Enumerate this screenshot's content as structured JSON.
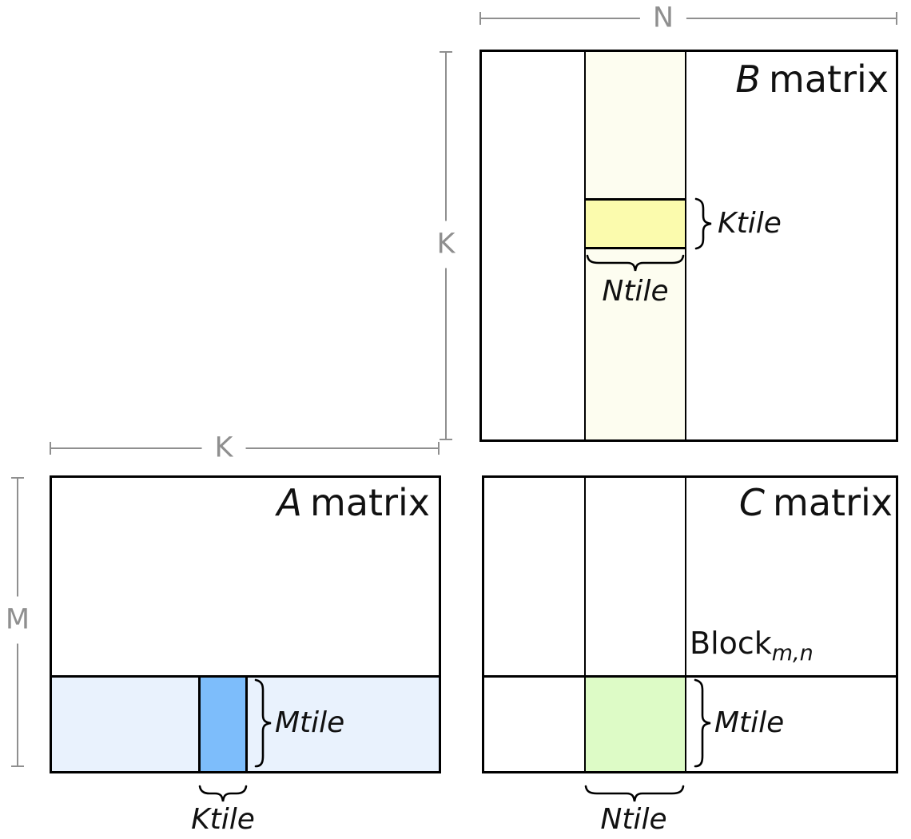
{
  "diagram": "matrix-multiplication-tiling",
  "dims": {
    "n_label": "N",
    "k_b_label": "K",
    "k_a_label": "K",
    "m_label": "M"
  },
  "b": {
    "title_letter": "B",
    "title_word": "matrix",
    "ktile": "Ktile",
    "ntile": "Ntile"
  },
  "a": {
    "title_letter": "A",
    "title_word": "matrix",
    "mtile": "Mtile",
    "ktile": "Ktile"
  },
  "c": {
    "title_letter": "C",
    "title_word": "matrix",
    "block_word": "Block",
    "block_sub": "m,n",
    "mtile": "Mtile",
    "ntile": "Ntile"
  },
  "colors": {
    "b_strip": "#FDFDF0",
    "b_ktile_cell": "#FBFBAD",
    "a_strip": "#E9F2FD",
    "a_ktile_cell": "#7DBDFB",
    "c_block_cell": "#DDFBC6",
    "box_border": "#000000",
    "dimension_lines": "#8f8f8f"
  }
}
